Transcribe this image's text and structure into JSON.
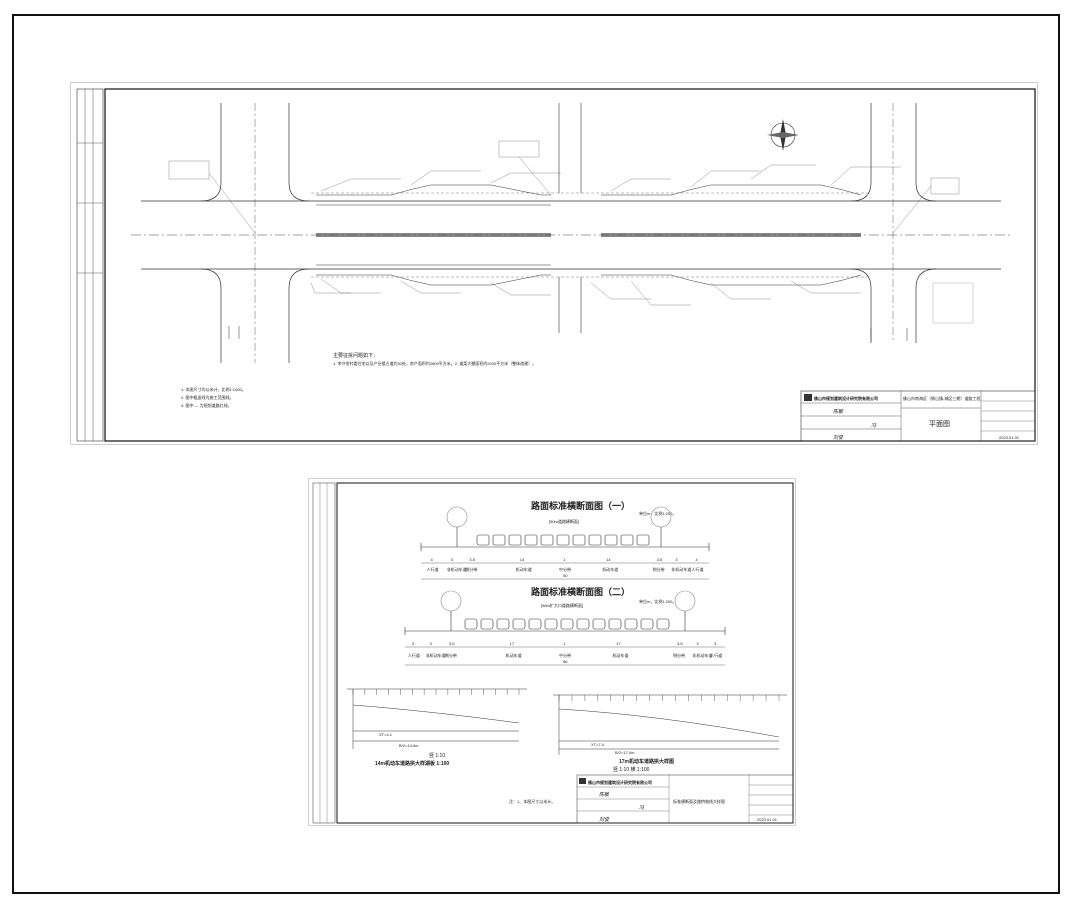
{
  "plan_sheet": {
    "notes_title": "主要征拆问题如下：",
    "notes_body": "1. 李守宅村委住宅以及产业楼占道约30处，房产面积约2800平方米。2. 道菜大棚面积约2000平方米（整体改建）。",
    "general_notes": [
      "1. 本图尺寸均以米计，比例1:1000。",
      "2. 图中粗虚线为施工范围线。",
      "3. 图中 — 为规划道路红线。"
    ],
    "company": "佛山市规划建筑设计研究院有限公司",
    "project": "佛山市南海区（狮山镇-城区三期）道路工程",
    "drawing_title": "平面图",
    "designer_sig": "陈敏",
    "checker_sig": "刘俊",
    "approver_sig": "冯",
    "date": "2023.01.01"
  },
  "section_sheet": {
    "section1_title": "路面标准横断面图（一）",
    "section1_sub": "[50m道路横断面]",
    "section1_scale": "单位m，比例1:200。",
    "section1_widths": [
      "4",
      "3",
      "3.5",
      "14",
      "1",
      "14",
      "3.5",
      "3",
      "4"
    ],
    "section1_total": "50",
    "section1_labels": [
      "人行道",
      "非机动车道",
      "侧分带",
      "机动车道",
      "中分带",
      "机动车道",
      "侧分带",
      "非机动车道",
      "人行道"
    ],
    "section2_title": "路面标准横断面图（二）",
    "section2_sub": "[56m扩大口道路横断面]",
    "section2_scale": "单位m，比例1:200。",
    "section2_widths": [
      "3",
      "3",
      "3.5",
      "17",
      "1",
      "17",
      "3.5",
      "3",
      "3"
    ],
    "section2_total": "56",
    "section2_labels": [
      "人行道",
      "非机动车道",
      "侧分带",
      "机动车道",
      "中分带",
      "机动车道",
      "侧分带",
      "非机动车道",
      "人行道"
    ],
    "left_detail_title": "14m机动车道路拱大样湖板 1:100",
    "left_detail_scale": "竖 1:10",
    "right_detail_title": "17m机动车道路拱大样图",
    "right_detail_scale": "竖 1:10 横 1:100",
    "left_detail_a": "XT=4.1",
    "left_detail_b": "B/2=14.0m",
    "right_detail_a": "XT=7.4",
    "right_detail_b": "B/2=17.0m",
    "note": "注：1、本图尺寸以米计。",
    "company": "佛山市规划建筑设计研究院有限公司",
    "drawing_title": "标准横断面及路拱曲线大样图",
    "designer_sig": "陈敏",
    "checker_sig": "刘俊",
    "approver_sig": "冯",
    "date": "2023.01.01"
  }
}
